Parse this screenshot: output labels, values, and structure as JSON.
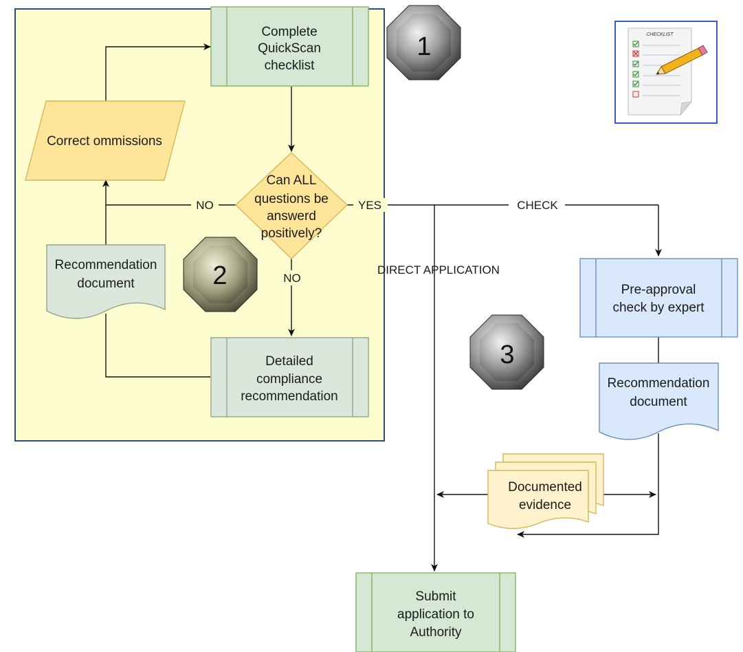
{
  "nodes": {
    "quickscan": [
      "Complete",
      "QuickScan",
      "checklist"
    ],
    "correct": [
      "Correct ommissions"
    ],
    "decision": [
      "Can ALL",
      "questions be",
      "answerd",
      "positively?"
    ],
    "recdoc_left": [
      "Recommendation",
      "document"
    ],
    "detailed": [
      "Detailed",
      "compliance",
      "recommendation"
    ],
    "preapproval": [
      "Pre-approval",
      "check by expert"
    ],
    "recdoc_right": [
      "Recommendation",
      "document"
    ],
    "evidence": [
      "Documented",
      "evidence"
    ],
    "submit": [
      "Submit",
      "application to",
      "Authority"
    ]
  },
  "edge_labels": {
    "no_left": "NO",
    "yes": "YES",
    "no_down": "NO",
    "check": "CHECK",
    "direct": "DIRECT APPLICATION"
  },
  "badges": {
    "one": "1",
    "two": "2",
    "three": "3"
  },
  "checklist_icon": {
    "title": "CHECKLIST"
  },
  "colors": {
    "region_fill": "#fdfccf",
    "region_border": "#2c4a7c",
    "process_green": "#d5e8d4",
    "process_green_stroke": "#82b366",
    "gray_green": "#dce7dc",
    "gray_green_stroke": "#8fa58f",
    "yellow": "#ffe599",
    "yellow_stroke": "#d6b656",
    "blue": "#dae8fc",
    "blue_stroke": "#6c8ebf",
    "evidence_fill": "#fff2cc",
    "evidence_stroke": "#d6b656"
  }
}
